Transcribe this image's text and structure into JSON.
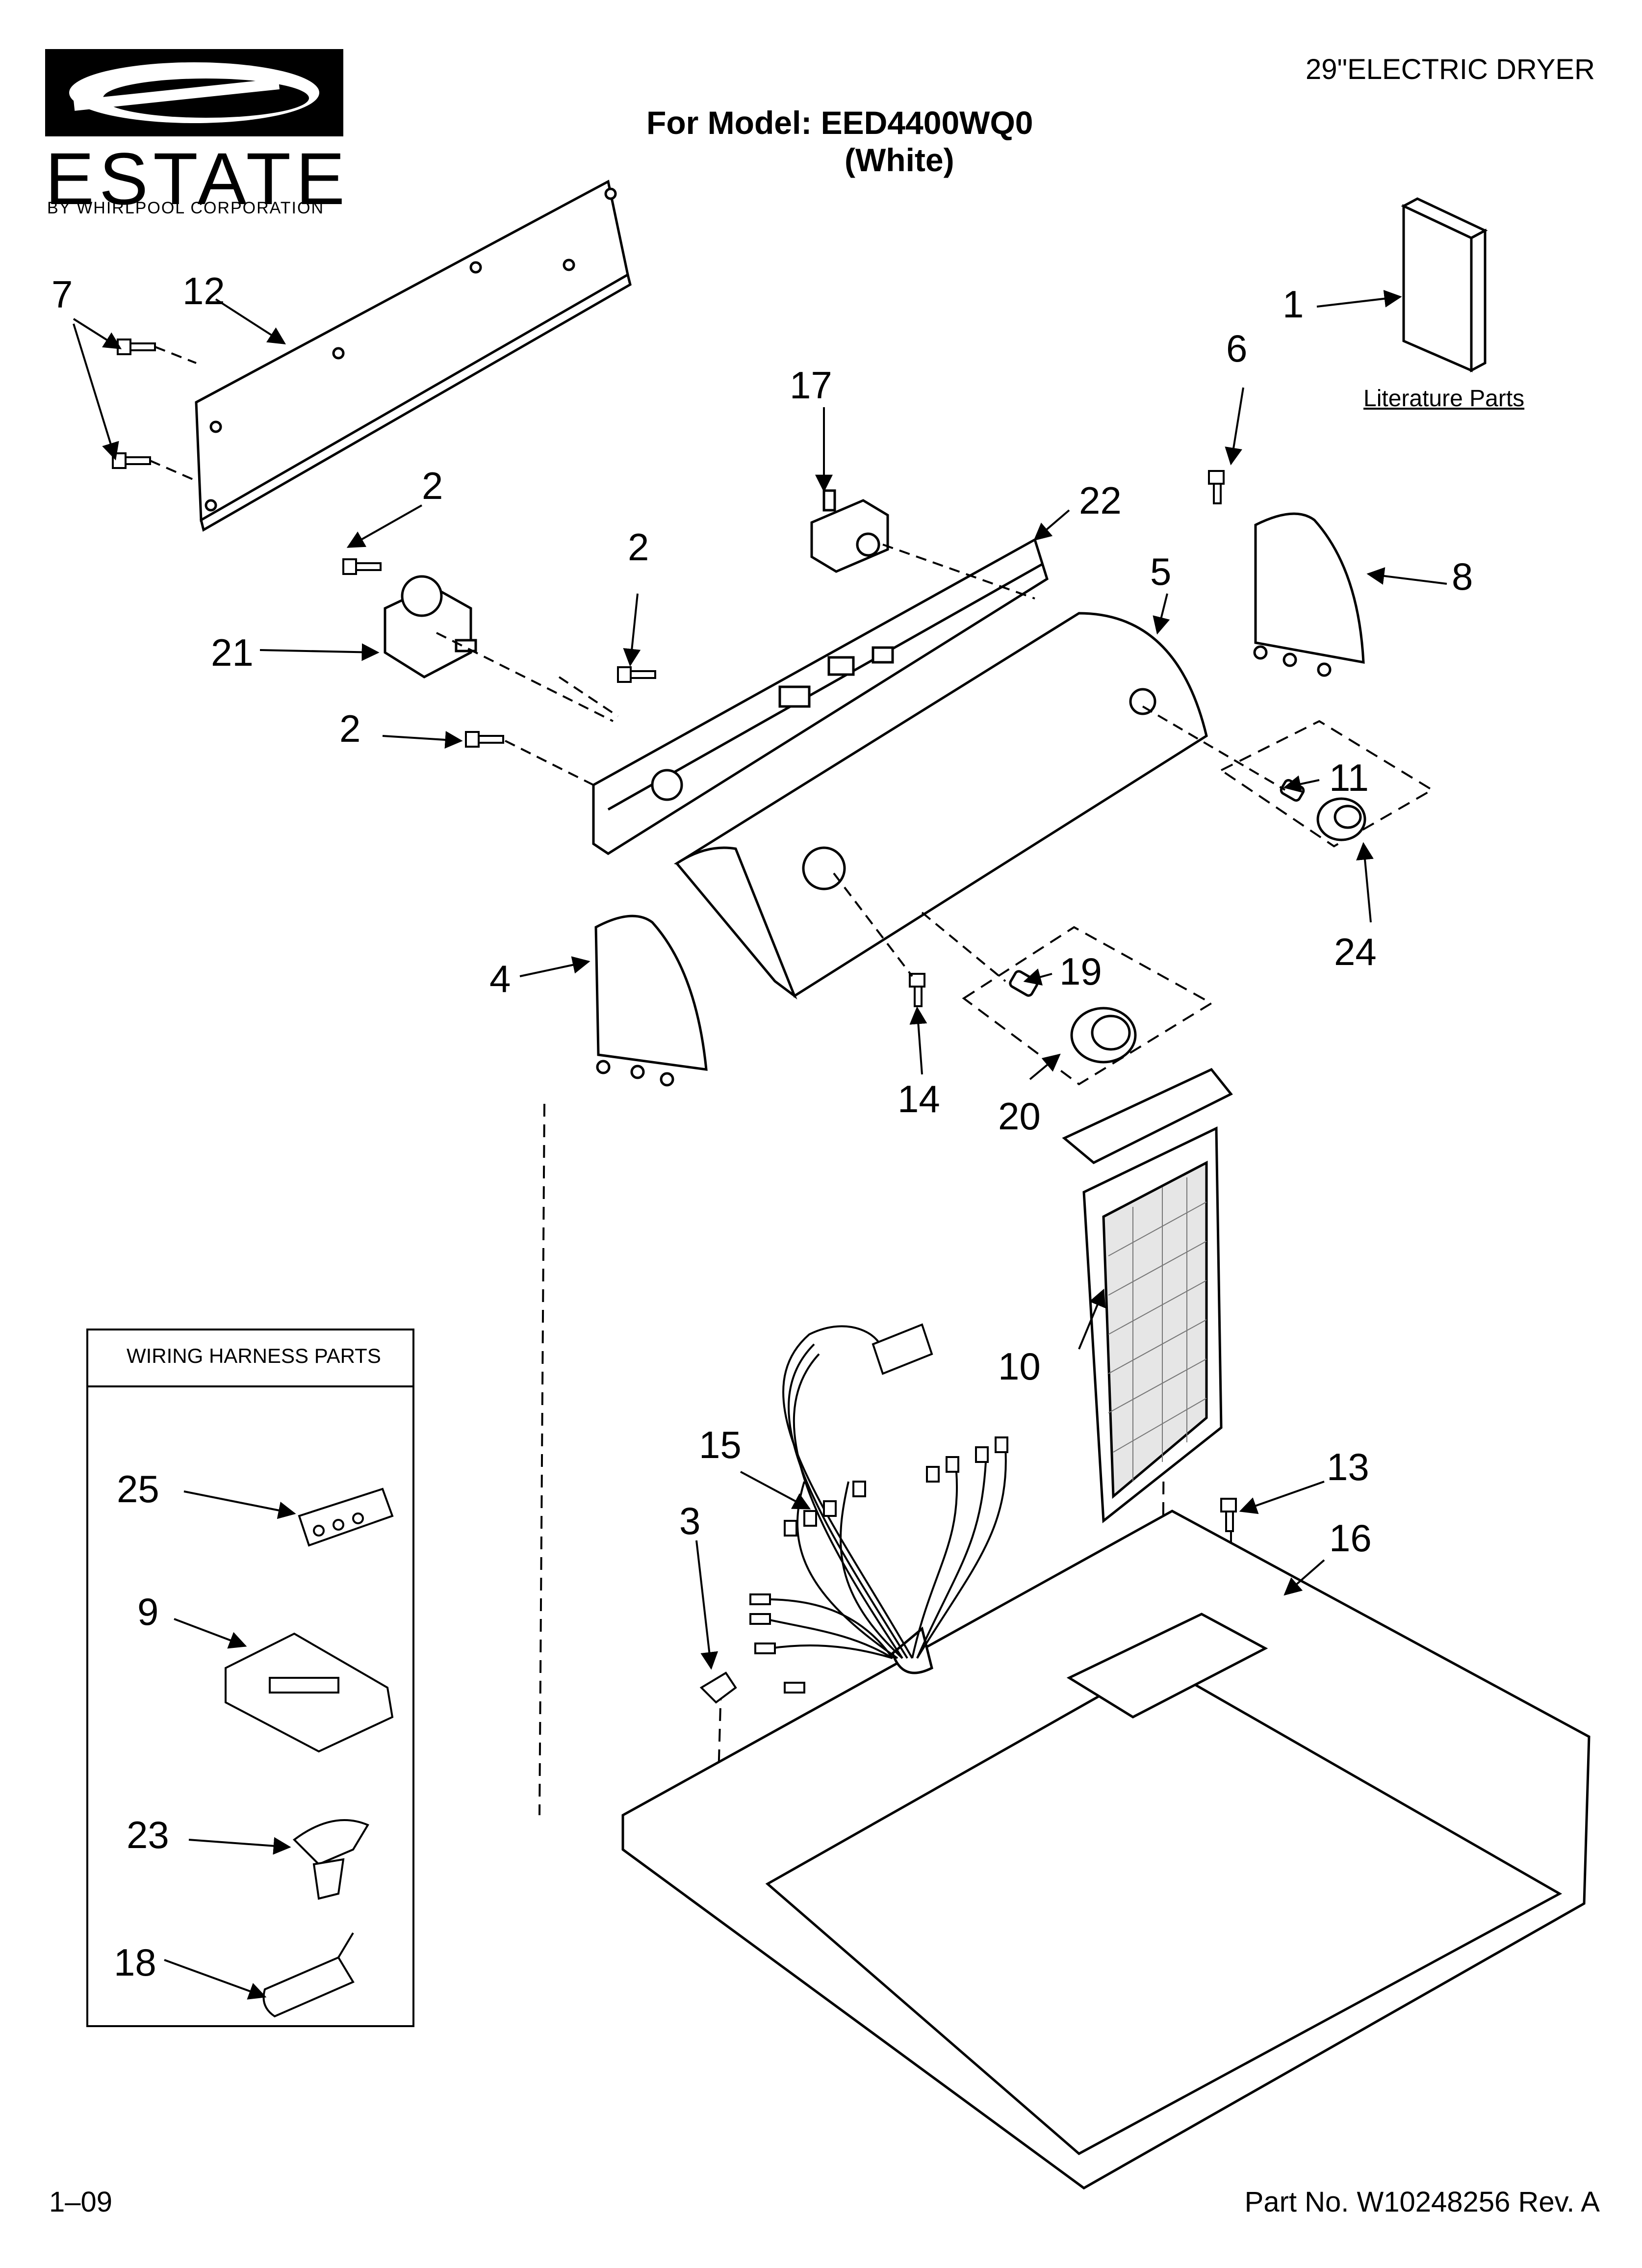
{
  "header": {
    "product_type": "29\"ELECTRIC DRYER",
    "model_line": "For Model: EED4400WQ0",
    "color_line": "(White)"
  },
  "brand": {
    "name": "ESTATE",
    "tagline": "BY WHIRLPOOL CORPORATION"
  },
  "literature": {
    "label": "Literature Parts"
  },
  "harness_box": {
    "title": "WIRING HARNESS PARTS"
  },
  "callouts": {
    "c1": "1",
    "c2a": "2",
    "c2b": "2",
    "c2c": "2",
    "c3": "3",
    "c4": "4",
    "c5": "5",
    "c6": "6",
    "c7": "7",
    "c8": "8",
    "c9": "9",
    "c10": "10",
    "c11": "11",
    "c12": "12",
    "c13": "13",
    "c14": "14",
    "c15": "15",
    "c16": "16",
    "c17": "17",
    "c18": "18",
    "c19": "19",
    "c20": "20",
    "c21": "21",
    "c22": "22",
    "c23": "23",
    "c24": "24",
    "c25": "25"
  },
  "footer": {
    "date_code": "1–09",
    "part_number": "Part No. W10248256 Rev. A"
  }
}
